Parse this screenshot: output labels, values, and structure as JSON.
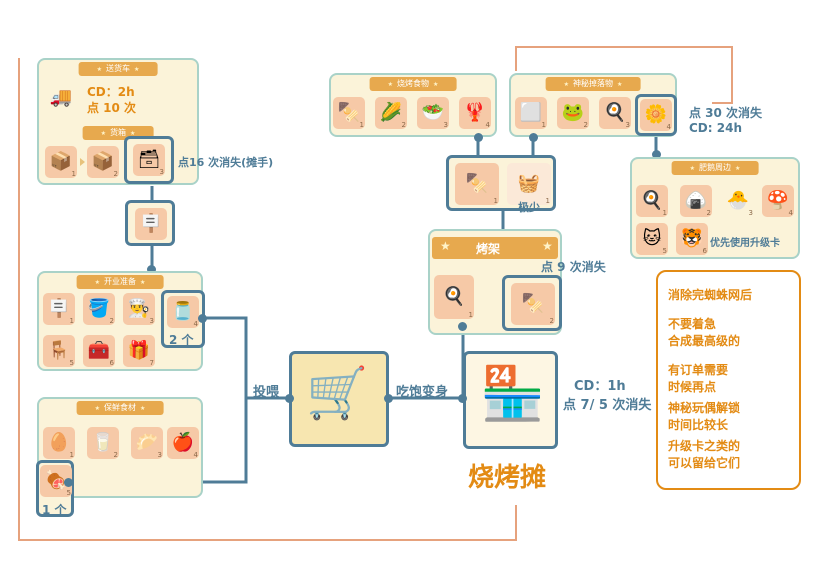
{
  "panels": {
    "delivery_truck": "送货车",
    "cargo_box": "货箱",
    "opening_prep": "开业准备",
    "fresh_ingredients": "保鲜食材",
    "bbq_food": "烧烤食物",
    "mystery_drop": "神秘掉落物",
    "fatty_surroundings": "肥鹅周边",
    "grill": "烤架"
  },
  "notes": {
    "truck_cd": "CD：2h",
    "truck_taps": "点 10 次",
    "cargo_vanish": "点16 次消失(摊手)",
    "prep_count": "2 个",
    "fresh_count": "1 个",
    "feed": "投喂",
    "transform": "吃饱变身",
    "bbq_stall_title": "烧烤摊",
    "stall_cd": "CD：1h",
    "stall_taps": "点 7/ 5 次消失",
    "grill_vanish": "点 9 次消失",
    "rare": "极少",
    "mystery_vanish": "点 30 次消失",
    "mystery_cd": "CD: 24h",
    "upgrade_card": "优先使用升级卡"
  },
  "tips": [
    "消除完蜘蛛网后",
    "不要着急\n合成最高级的",
    "有订单需要\n时候再点",
    "神秘玩偶解锁\n时间比较长",
    "升级卡之类的\n可以留给它们"
  ],
  "colors": {
    "panel_bg": "#fbf3d9",
    "panel_border": "#a9d2c8",
    "title_orange": "#e7a94e",
    "tile": "#f6c9a7",
    "blue_line": "#4f7c97",
    "orange_line": "#e6a27d",
    "accent_text": "#e38b14"
  }
}
